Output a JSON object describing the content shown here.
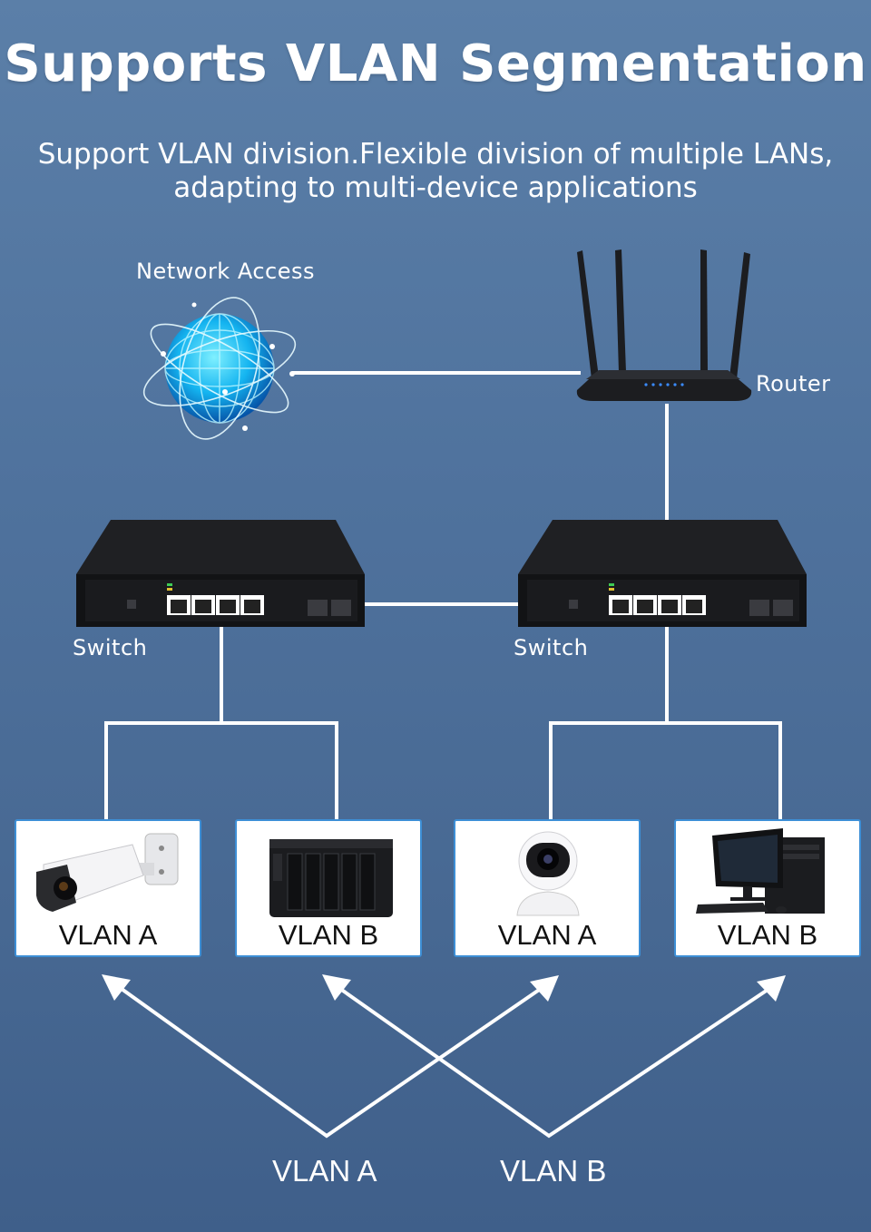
{
  "title": "Supports VLAN Segmentation",
  "subtitle_line1": "Support VLAN division.Flexible division of multiple LANs,",
  "subtitle_line2": "adapting to multi-device applications",
  "labels": {
    "network_access": "Network Access",
    "router": "Router",
    "switch_left": "Switch",
    "switch_right": "Switch"
  },
  "devices": [
    {
      "name": "VLAN A",
      "icon": "bullet-camera-icon"
    },
    {
      "name": "VLAN B",
      "icon": "nas-storage-icon"
    },
    {
      "name": "VLAN A",
      "icon": "dome-camera-icon"
    },
    {
      "name": "VLAN B",
      "icon": "desktop-computer-icon"
    }
  ],
  "bottom": {
    "vlan_a": "VLAN A",
    "vlan_b": "VLAN B"
  },
  "colors": {
    "background": "#4f729d",
    "card_border": "#3d8fd6",
    "globe": "#1ec8ff",
    "line": "#ffffff"
  }
}
